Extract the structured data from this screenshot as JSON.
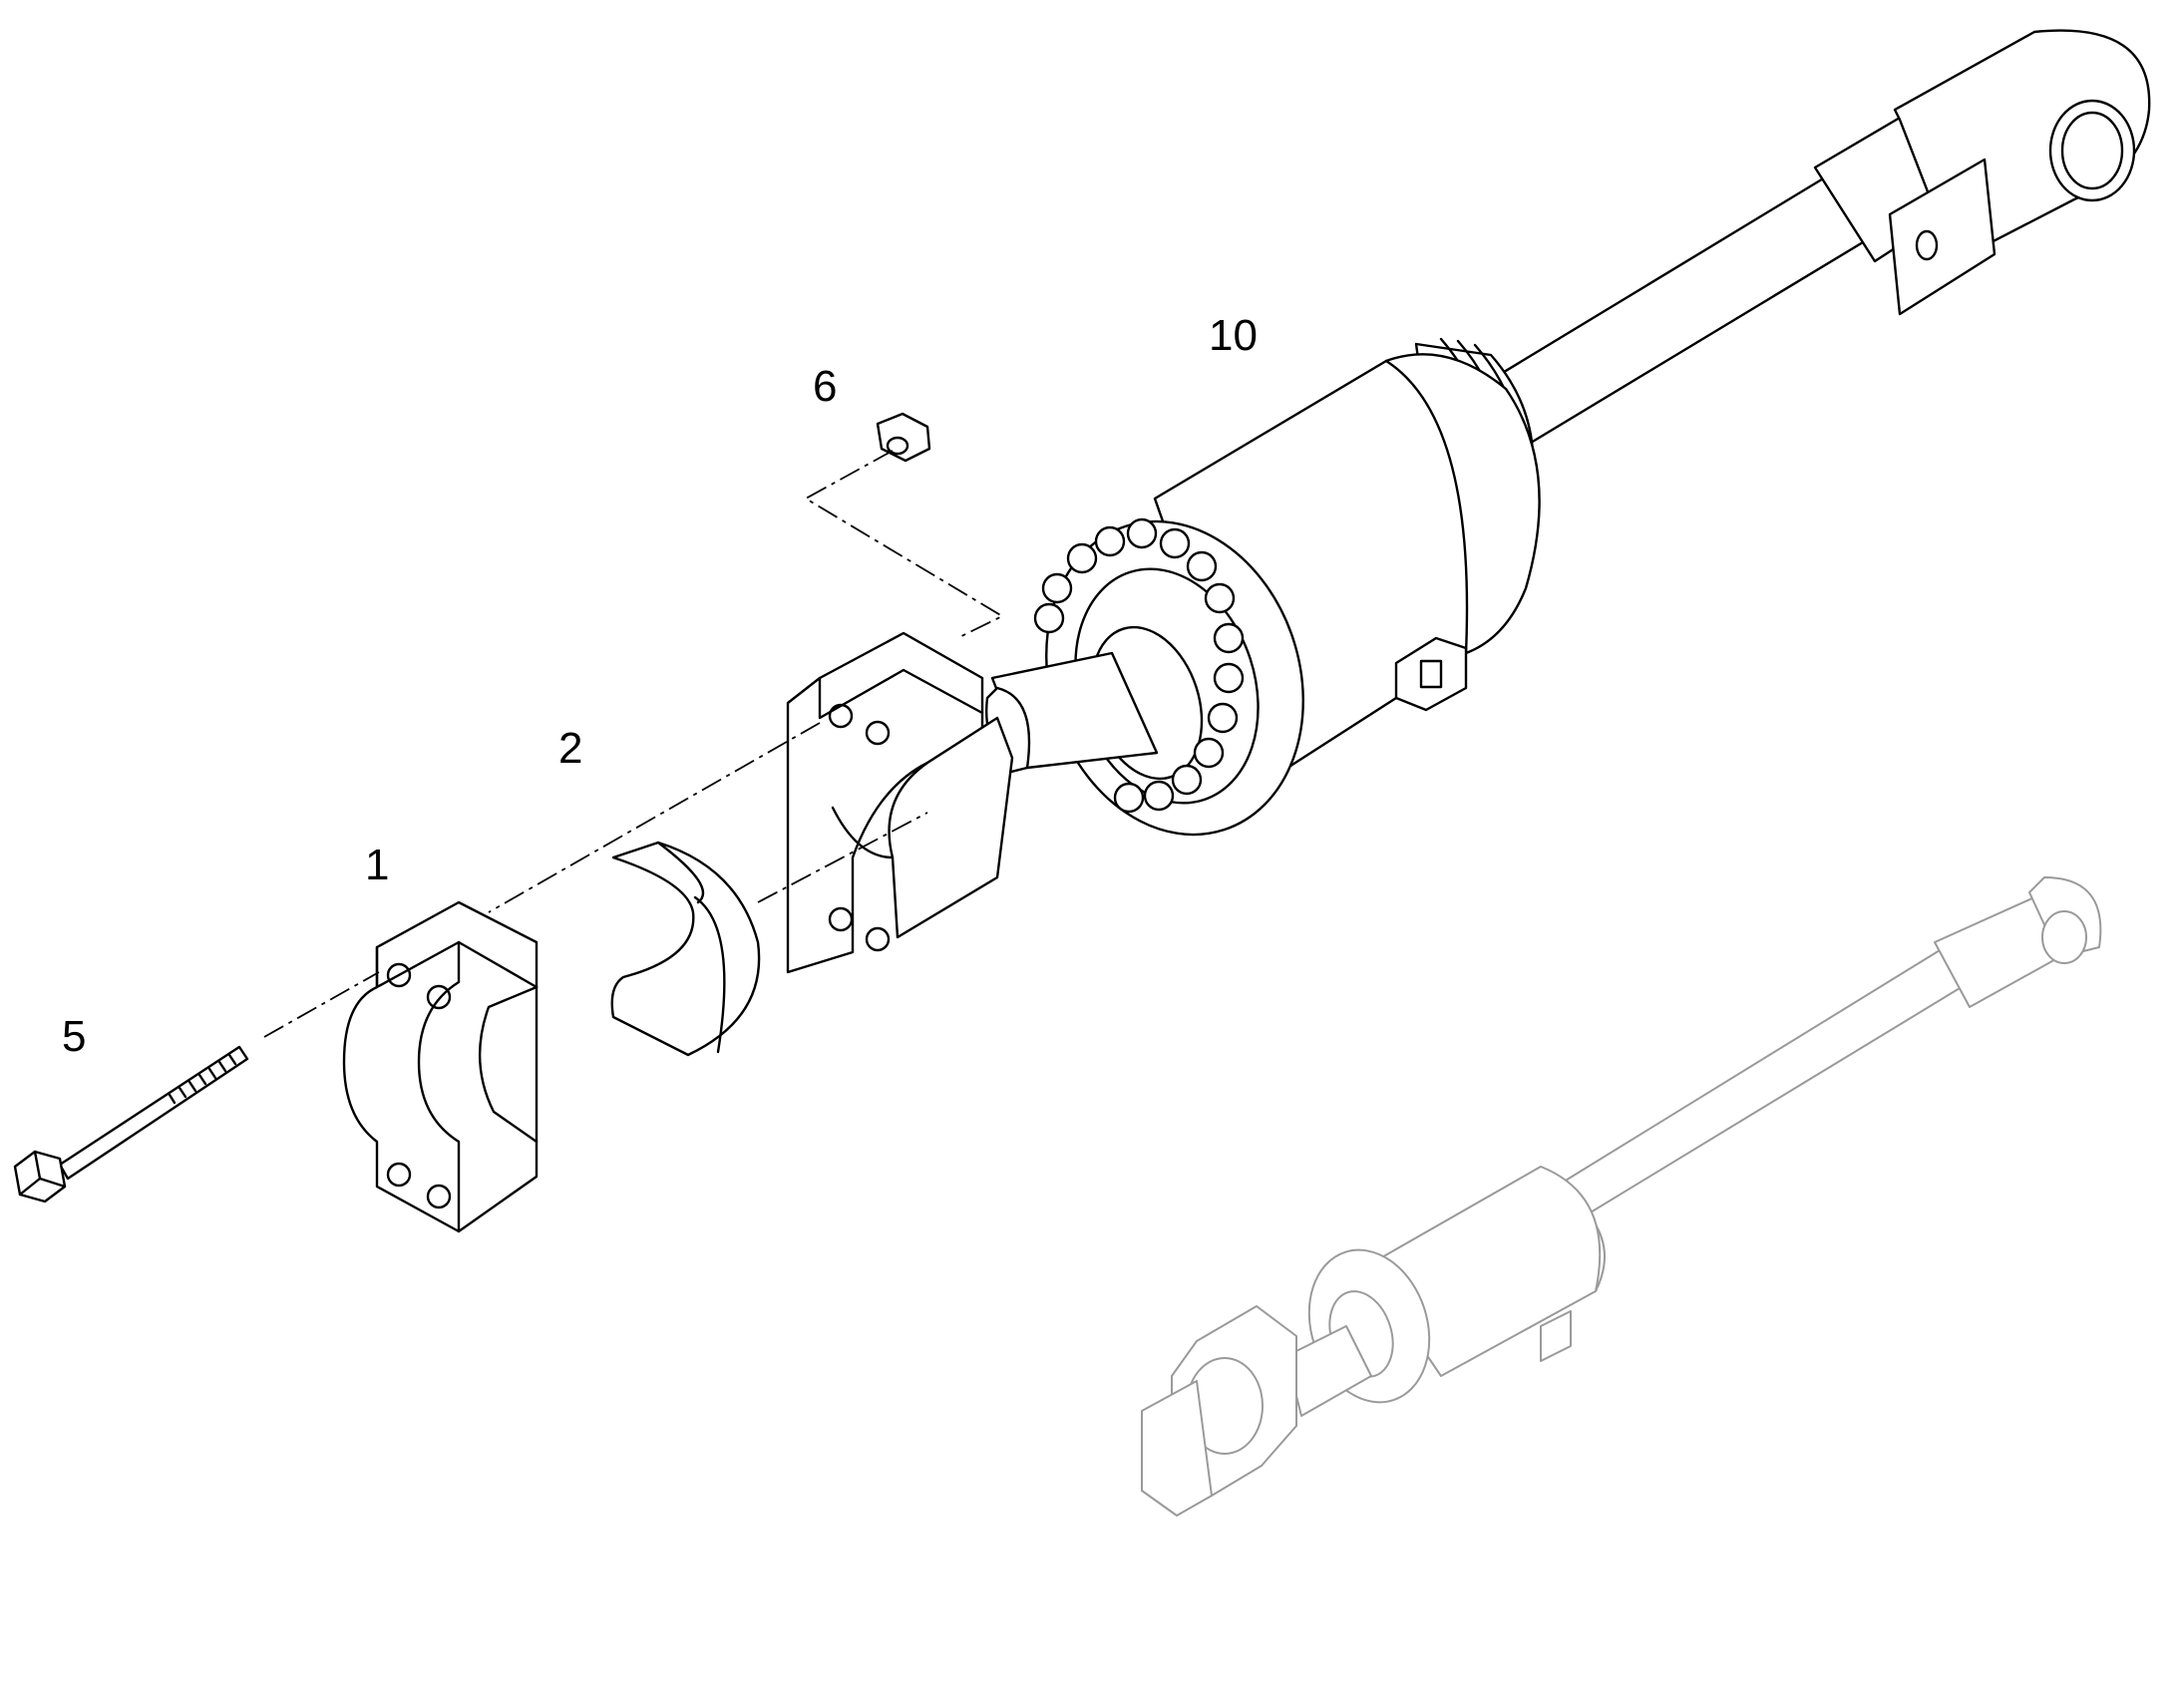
{
  "diagram": {
    "callouts": [
      {
        "id": "callout-1",
        "text": "1"
      },
      {
        "id": "callout-2",
        "text": "2"
      },
      {
        "id": "callout-5",
        "text": "5"
      },
      {
        "id": "callout-6",
        "text": "6"
      },
      {
        "id": "callout-10",
        "text": "10"
      }
    ],
    "colors": {
      "line": "#000000",
      "ghost": "#9a9a9a",
      "background": "#ffffff"
    }
  }
}
